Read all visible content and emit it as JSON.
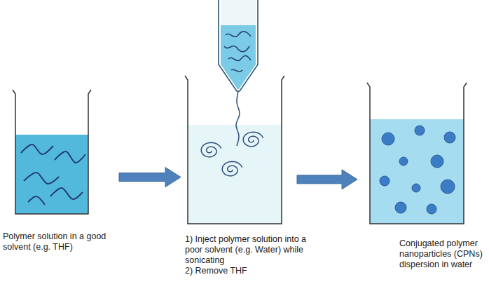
{
  "diagram": {
    "nodes": [
      {
        "text": [
          "Polymer solution in a good solvent (e.g. THF)"
        ]
      },
      {
        "text": [
          "1) Inject polymer solution into a poor solvent (e.g. Water) while sonicating",
          "2) Remove THF"
        ]
      },
      {
        "text": [
          "Conjugated polymer nanoparticles (CPNs) dispersion in water"
        ]
      }
    ],
    "edges": [
      {
        "from": 0,
        "to": 1,
        "arrow": "to"
      },
      {
        "from": 1,
        "to": 2,
        "arrow": "to"
      }
    ]
  }
}
